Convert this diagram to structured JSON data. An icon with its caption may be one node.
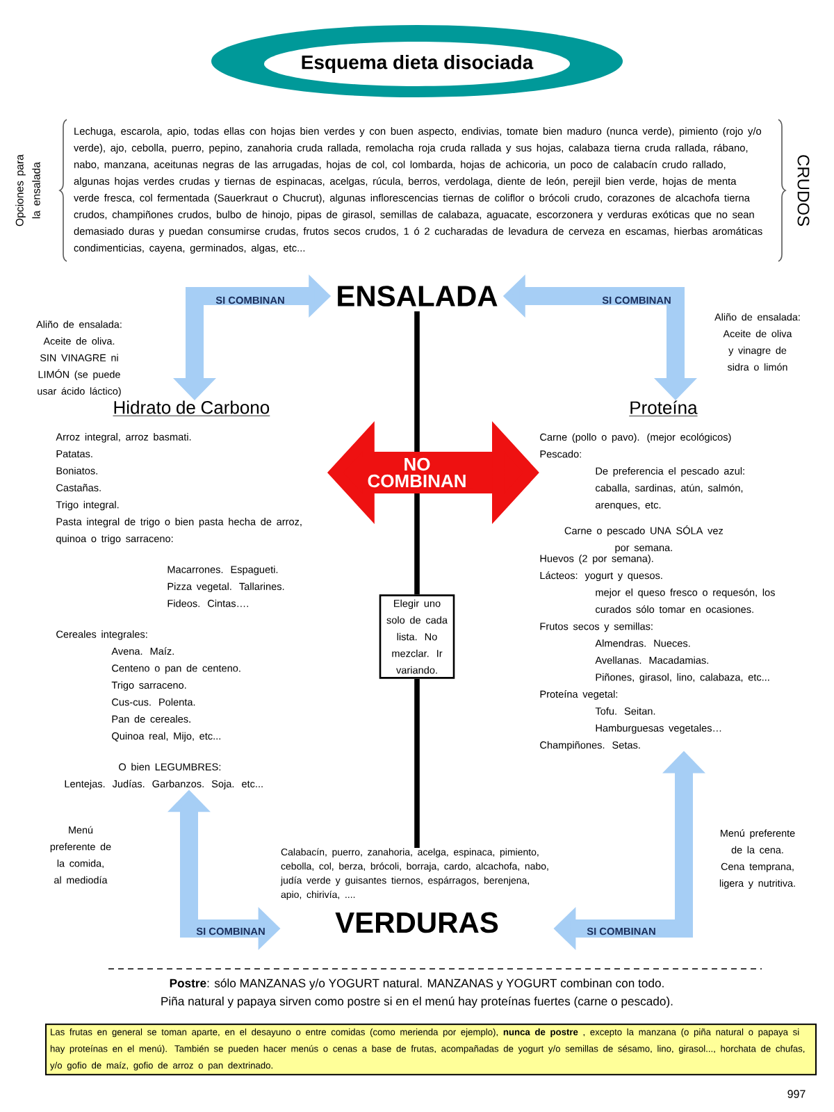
{
  "diagram": {
    "title": "Esquema dieta disociada",
    "nodes": [
      {
        "text": [
          "ENSALADA"
        ]
      },
      {
        "text": [
          "Hidrato de Carbono",
          "Arroz integral, arroz basmati.",
          "Patatas.",
          "Boniatos.",
          "Castañas.",
          "Trigo integral.",
          "Pasta integral de trigo o bien pasta hecha de arroz, quinoa o trigo sarraceno:",
          "Macarrones. Espagueti.",
          "Pizza vegetal. Tallarines.",
          "Fideos. Cintas….",
          "Cereales integrales:",
          "Avena. Maíz.",
          "Centeno o pan de centeno.",
          "Trigo sarraceno.",
          "Cus-cus. Polenta.",
          "Pan de cereales.",
          "Quinoa real, Mijo, etc...",
          "O bien LEGUMBRES:",
          "Lentejas. Judías. Garbanzos. Soja. etc..."
        ]
      },
      {
        "text": [
          "Proteína",
          "Carne (pollo o pavo). (mejor ecológicos)",
          "Pescado:",
          "De preferencia el pescado azul: caballa, sardinas, atún, salmón, arenques, etc.",
          "Carne o pescado UNA SÓLA vez por semana.",
          "Huevos (2 por semana).",
          "Lácteos: yogurt y quesos.",
          "mejor el queso fresco o requesón, los curados sólo tomar en ocasiones.",
          "Frutos secos y semillas:",
          "Almendras. Nueces.",
          "Avellanas. Macadamias.",
          "Piñones, girasol, lino, calabaza, etc...",
          "Proteína vegetal:",
          "Tofu. Seitan.",
          "Hamburguesas vegetales…",
          "Champiñones. Setas."
        ]
      },
      {
        "text": [
          "Elegir uno solo de cada lista. No mezclar. Ir variando."
        ]
      },
      {
        "text": [
          "Calabacín, puerro, zanahoria, acelga, espinaca, pimiento, cebolla, col, berza, brócoli, borraja, cardo, alcachofa, nabo, judía verde y guisantes tiernos, espárragos, berenjena, apio, chirivía, ....",
          "VERDURAS"
        ]
      },
      {
        "text": [
          "Las frutas en general se toman aparte, en el desayuno o entre comidas (como merienda por ejemplo), **nunca de postre** , excepto la manzana (o piña natural o papaya si hay proteínas en el menú). También se pueden hacer menús o cenas a base de frutas, acompañadas de yogurt y/o semillas de sésamo, lino, girasol..., horchata de chufas, y/o gofio de maíz, gofio de arroz o pan dextrinado."
        ]
      }
    ],
    "edges": [
      {
        "from": 0,
        "to": 3,
        "arrow": "none",
        "color": "#000000"
      },
      {
        "from": 3,
        "to": 4,
        "arrow": "none",
        "color": "#000000"
      },
      {
        "from": 1,
        "to": 2,
        "arrow": "both",
        "label": "NO COMBINAN",
        "style": "thick",
        "color": "#ee1111"
      },
      {
        "from": 1,
        "to": 0,
        "arrow": "both",
        "label": "SI COMBINAN"
      },
      {
        "from": 2,
        "to": 0,
        "arrow": "both",
        "label": "SI COMBINAN"
      },
      {
        "from": 1,
        "to": 4,
        "arrow": "both",
        "label": "SI COMBINAN"
      },
      {
        "from": 2,
        "to": 4,
        "arrow": "both",
        "label": "SI COMBINAN"
      }
    ],
    "labels": [
      "Opciones para la ensalada",
      "Lechuga, escarola, apio, todas ellas con hojas bien verdes y con buen aspecto, endivias, tomate bien maduro (nunca verde), pimiento (rojo y/o verde), ajo, cebolla, puerro, pepino, zanahoria cruda rallada, remolacha roja cruda rallada y sus hojas, calabaza tierna cruda rallada, rábano, nabo, manzana, aceitunas negras de las arrugadas, hojas de col, col lombarda, hojas de achicoria, un poco de calabacín crudo rallado, algunas hojas verdes crudas y tiernas de espinacas, acelgas, rúcula, berros, verdolaga, diente de león, perejil bien verde, hojas de menta verde fresca, col fermentada (Sauerkraut o Chucrut), algunas inflorescencias tiernas de coliflor o brócoli crudo, corazones de alcachofa tierna crudos, champiñones crudos, bulbo de hinojo, pipas de girasol, semillas de calabaza, aguacate, escorzonera y verduras exóticas que no sean demasiado duras y puedan consumirse crudas, frutos secos crudos, 1 ó 2 cucharadas de levadura de cerveza en escamas, hierbas aromáticas condimenticias, cayena, germinados, algas, etc...",
      "CRUDOS",
      "Aliño de ensalada: Aceite de oliva. SIN VINAGRE ni LIMÓN (se puede usar ácido láctico)",
      "Aliño de ensalada: Aceite de oliva y vinagre de sidra o limón",
      "Menú preferente de la comida, al mediodía",
      "Menú preferente de la cena. Cena temprana, ligera y nutritiva.",
      "**Postre**: sólo MANZANAS y/o YOGURT natural. MANZANAS y YOGURT combinan con todo.",
      "Piña natural y papaya sirven como postre si en el menú hay proteínas fuertes (carne o pescado).",
      "997"
    ]
  }
}
